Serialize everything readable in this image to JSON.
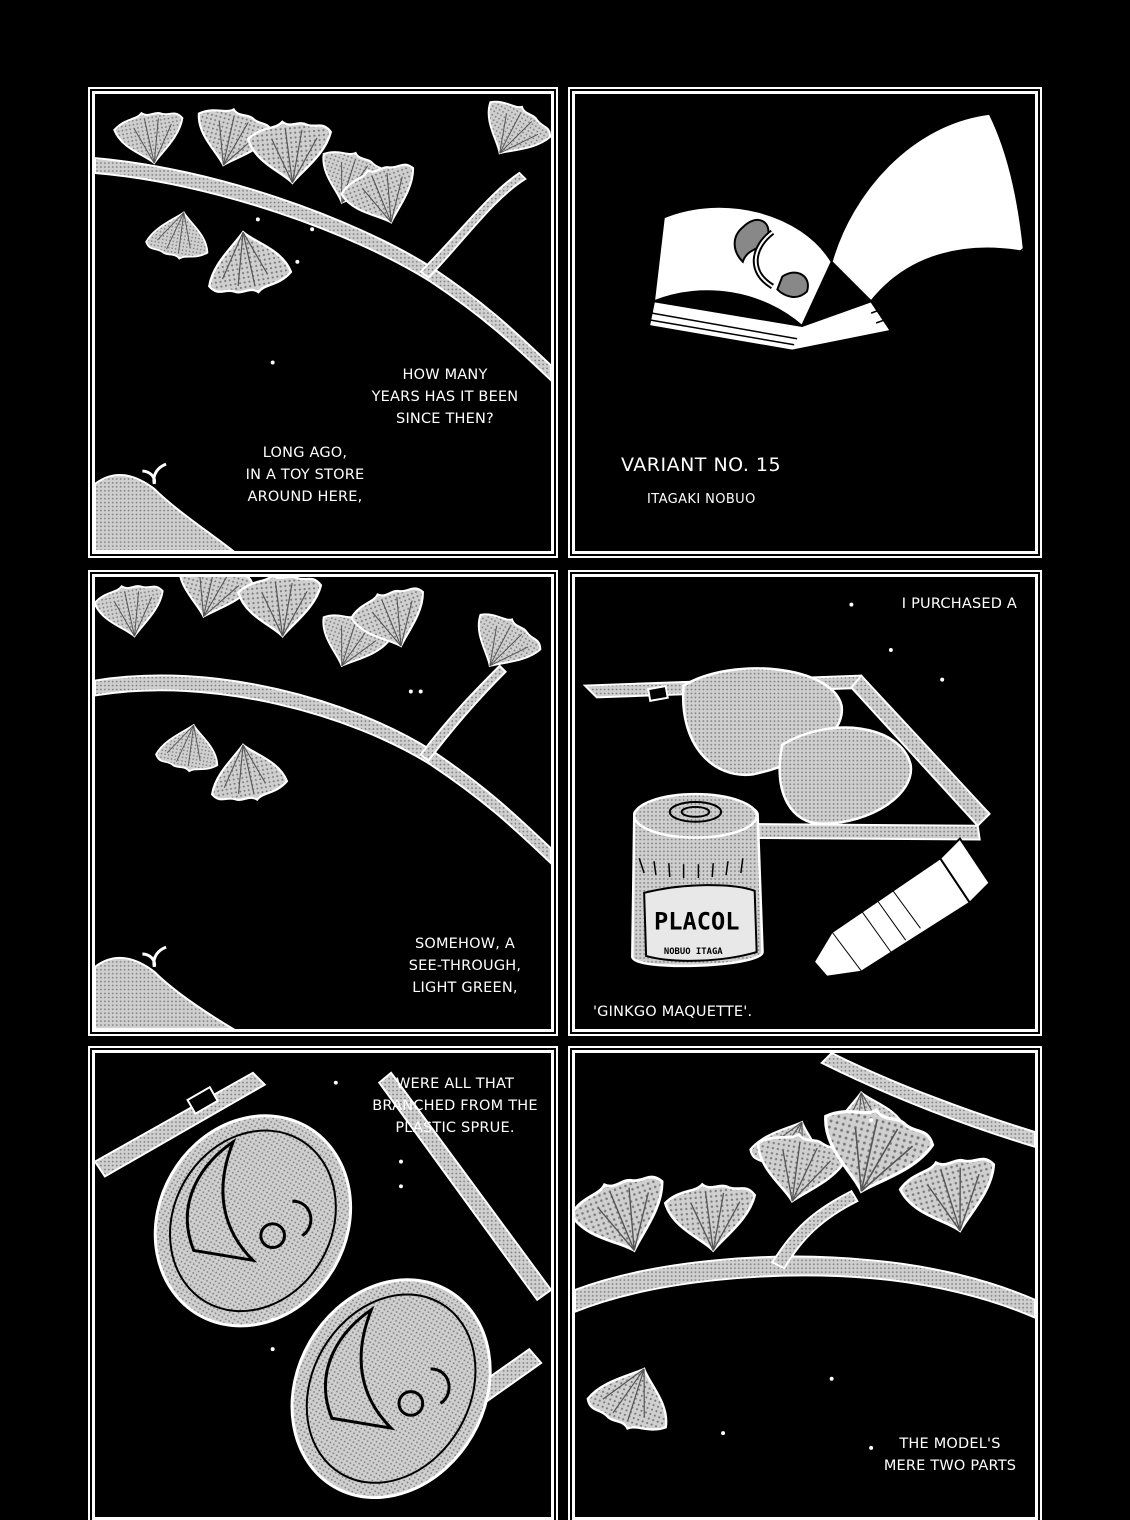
{
  "panels": {
    "p1": {
      "caption_top": "HOW MANY\nYEARS HAS IT BEEN\nSINCE THEN?",
      "caption_bottom": "LONG AGO,\nIN A TOY STORE\nAROUND HERE,"
    },
    "p2": {
      "title": "VARIANT NO. 15",
      "author": "ITAGAKI NOBUO"
    },
    "p3": {
      "caption": "SOMEHOW, A\nSEE-THROUGH,\nLIGHT GREEN,"
    },
    "p4": {
      "caption_top": "I PURCHASED A",
      "caption_bottom": "'GINKGO MAQUETTE'.",
      "jar_label": "PLACOL",
      "jar_sublabel": "NOBUO ITAGA"
    },
    "p5": {
      "caption": "WERE ALL THAT\nBRANCHED FROM THE\nPLASTIC SPRUE."
    },
    "p6": {
      "caption": "THE MODEL'S\nMERE TWO PARTS"
    }
  },
  "colors": {
    "background": "#000000",
    "ink": "#ffffff",
    "tone": "#bdbdbd"
  },
  "icons": [
    "ginkgo-leaf-icon",
    "branch-icon",
    "book-icon",
    "paint-jar-icon",
    "glue-tube-icon",
    "sprue-icon",
    "sprout-icon"
  ]
}
